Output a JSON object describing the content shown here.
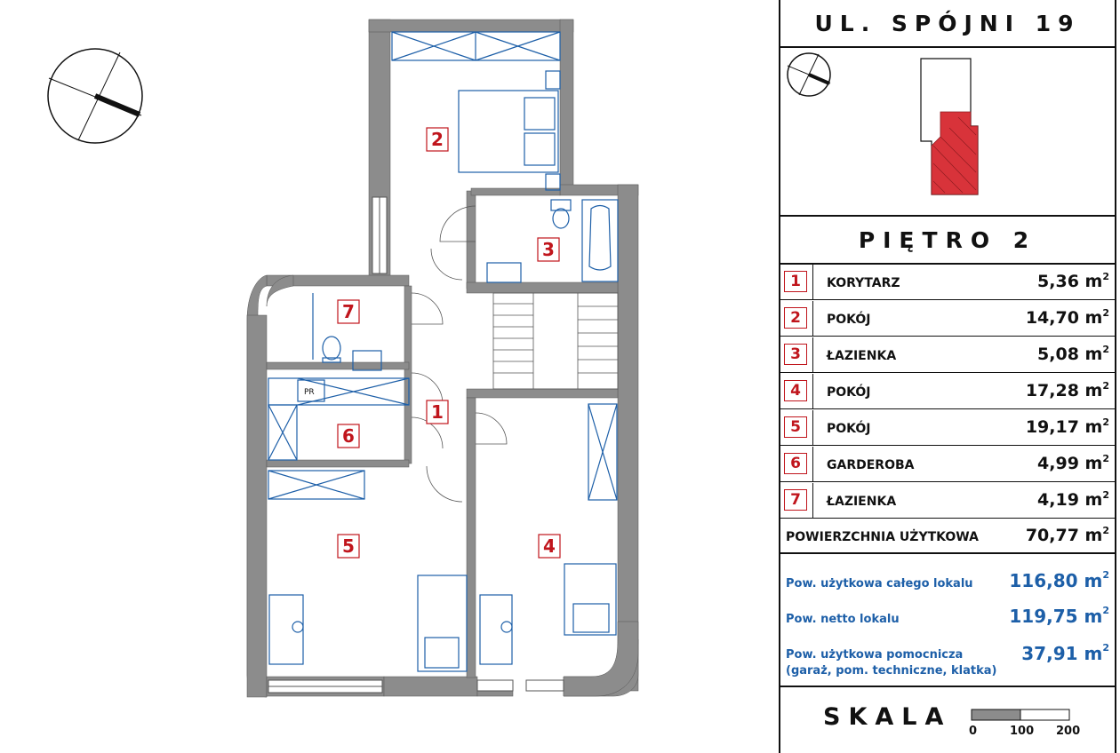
{
  "title": "UL. SPÓJNI 19",
  "floor": "PIĘTRO 2",
  "rooms": [
    {
      "num": "1",
      "name": "KORYTARZ",
      "area": "5,36 m"
    },
    {
      "num": "2",
      "name": "POKÓJ",
      "area": "14,70 m"
    },
    {
      "num": "3",
      "name": "ŁAZIENKA",
      "area": "5,08 m"
    },
    {
      "num": "4",
      "name": "POKÓJ",
      "area": "17,28 m"
    },
    {
      "num": "5",
      "name": "POKÓJ",
      "area": "19,17 m"
    },
    {
      "num": "6",
      "name": "GARDEROBA",
      "area": "4,99 m"
    },
    {
      "num": "7",
      "name": "ŁAZIENKA",
      "area": "4,19 m"
    }
  ],
  "area_unit_sup": "2",
  "total": {
    "label": "POWIERZCHNIA UŻYTKOWA",
    "area": "70,77 m"
  },
  "summary": [
    {
      "label": "Pow. użytkowa całego lokalu",
      "value": "116,80 m"
    },
    {
      "label": "Pow. netto lokalu",
      "value": "119,75 m"
    },
    {
      "label": "Pow. użytkowa pomocnicza",
      "label2": "(garaż, pom. techniczne, klatka)",
      "value": "37,91 m"
    }
  ],
  "scale": {
    "label": "SKALA",
    "ticks": [
      "0",
      "100",
      "200"
    ]
  },
  "plan_labels": {
    "pr": "PR"
  },
  "colors": {
    "wall": "#8c8c8c",
    "furniture": "#1d5fa8",
    "room_label": "#c0151c",
    "summary_text": "#1d5fa8",
    "highlight": "#d8333a"
  }
}
